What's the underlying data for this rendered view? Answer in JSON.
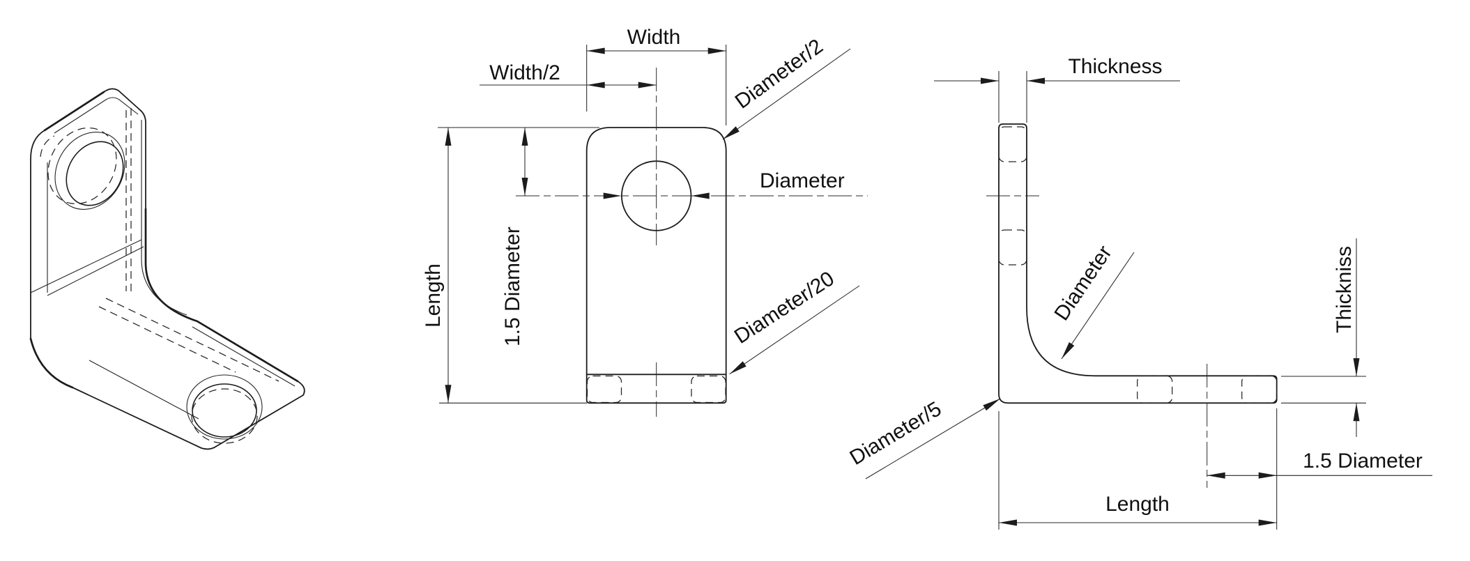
{
  "drawing": {
    "background": "#ffffff",
    "line_color": "#1c1c1c",
    "views": {
      "isometric": {
        "description": "L-bracket isometric projection with two holes"
      },
      "front": {
        "labels": {
          "width": "Width",
          "width_half": "Width/2",
          "diameter_half": "Diameter/2",
          "diameter": "Diameter",
          "length": "Length",
          "one_point_five_diameter": "1.5 Diameter",
          "diameter_over_20": "Diameter/20"
        }
      },
      "side": {
        "labels": {
          "thickness": "Thickness",
          "diameter": "Diameter",
          "thickniss": "Thickniss",
          "diameter_over_5": "Diameter/5",
          "one_point_five_diameter": "1.5 Diameter",
          "length": "Length"
        }
      }
    }
  }
}
